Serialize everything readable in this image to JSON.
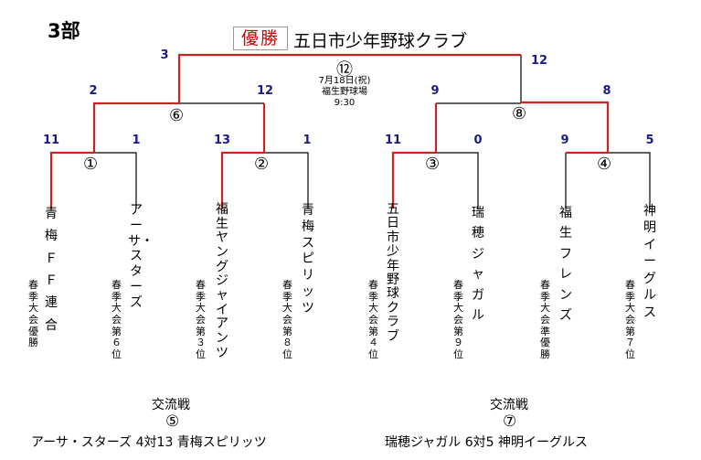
{
  "division": "3部",
  "champion": {
    "label": "優勝",
    "team": "五日市少年野球クラブ"
  },
  "final": {
    "match_no": "⑫",
    "date": "7月18日(祝)",
    "venue": "福生野球場",
    "time": "9:30",
    "score_left": "3",
    "score_right": "12"
  },
  "matches": [
    {
      "no": "⑥",
      "score_left": "2",
      "score_right": "12"
    },
    {
      "no": "⑧",
      "score_left": "9",
      "score_right": "8"
    },
    {
      "no": "①",
      "score_left": "11",
      "score_right": "1"
    },
    {
      "no": "②",
      "score_left": "13",
      "score_right": "1"
    },
    {
      "no": "③",
      "score_left": "11",
      "score_right": "0"
    },
    {
      "no": "④",
      "score_left": "9",
      "score_right": "5"
    }
  ],
  "teams": [
    {
      "name": "青梅ＦＦ連合",
      "rank": "春季大会優勝"
    },
    {
      "name": "アーサ・スターズ",
      "rank": "春季大会第６位"
    },
    {
      "name": "福生ヤングジャイアンツ",
      "rank": "春季大会第３位"
    },
    {
      "name": "青梅スピリッツ",
      "rank": "春季大会第８位"
    },
    {
      "name": "五日市少年野球クラブ",
      "rank": "春季大会第４位"
    },
    {
      "name": "瑞穂ジャガル",
      "rank": "春季大会第９位"
    },
    {
      "name": "福生フレンズ",
      "rank": "春季大会準優勝"
    },
    {
      "name": "神明イーグルス",
      "rank": "春季大会第７位"
    }
  ],
  "exchange": [
    {
      "title": "交流戦",
      "no": "⑤",
      "result": "アーサ・スターズ 4対13 青梅スピリッツ"
    },
    {
      "title": "交流戦",
      "no": "⑦",
      "result": "瑞穂ジャガル 6対5 神明イーグルス"
    }
  ],
  "colors": {
    "win_line": "#cc2222",
    "line": "#000000",
    "score": "#1a1a8c"
  }
}
